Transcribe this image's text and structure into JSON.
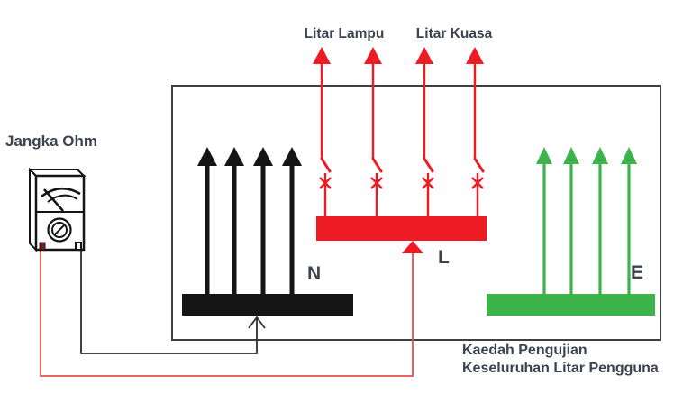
{
  "colors": {
    "bg": "#ffffff",
    "red": "#ed1c24",
    "wirered": "#e0514b",
    "green": "#3cb44a",
    "black": "#151515",
    "wireblack": "#2e2e2e",
    "border": "#3f3f3f",
    "ink": "#3c4350"
  },
  "labels": {
    "ohmmeter": "Jangka Ohm",
    "lamp_circuit": "Litar Lampu",
    "power_circuit": "Litar Kuasa",
    "neutral": "N",
    "live": "L",
    "earth": "E"
  },
  "caption": {
    "line1": "Kaedah Pengujian",
    "line2": "Keseluruhan Litar Pengguna"
  },
  "diagram": {
    "busbars": [
      {
        "id": "N",
        "name": "neutral-busbar",
        "color": "#151515",
        "outgoing_arrows": 4
      },
      {
        "id": "L",
        "name": "live-busbar",
        "color": "#ed1c24",
        "outgoing_circuits": 4,
        "circuit_parts": [
          "up-arrow",
          "switch-blade",
          "fuse-x"
        ]
      },
      {
        "id": "E",
        "name": "earth-busbar",
        "color": "#3cb44a",
        "outgoing_arrows": 4
      }
    ],
    "meter": {
      "name": "ohmmeter",
      "connections": [
        {
          "terminal": "left",
          "wire_color": "red",
          "to": "live-busbar"
        },
        {
          "terminal": "right",
          "wire_color": "black",
          "to": "neutral-busbar"
        }
      ]
    }
  }
}
